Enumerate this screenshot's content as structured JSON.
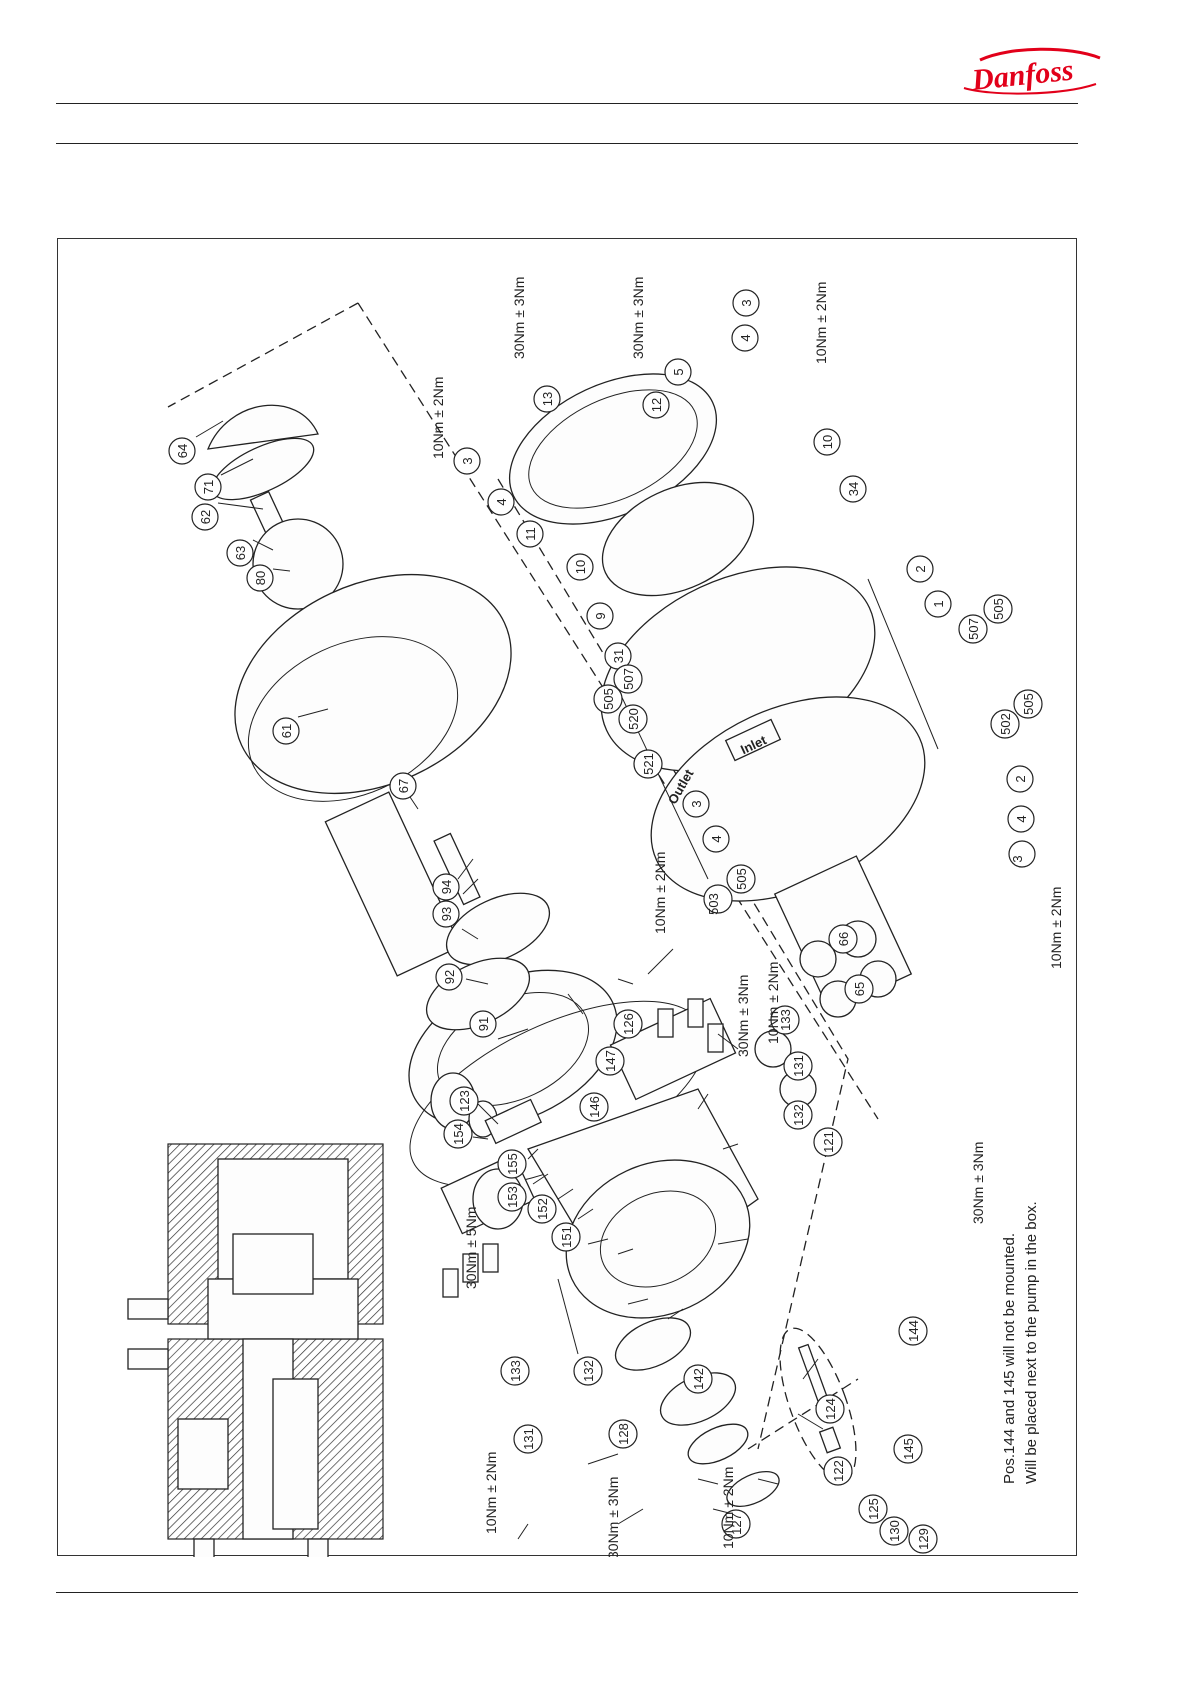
{
  "brand": {
    "logo_text": "Danfoss",
    "color": "#e2001a"
  },
  "figure": {
    "parts": [
      {
        "n": "64"
      },
      {
        "n": "71"
      },
      {
        "n": "62"
      },
      {
        "n": "63"
      },
      {
        "n": "80"
      },
      {
        "n": "61"
      },
      {
        "n": "67"
      },
      {
        "n": "94"
      },
      {
        "n": "93"
      },
      {
        "n": "92"
      },
      {
        "n": "91"
      },
      {
        "n": "123"
      },
      {
        "n": "154"
      },
      {
        "n": "155"
      },
      {
        "n": "153"
      },
      {
        "n": "152"
      },
      {
        "n": "151"
      },
      {
        "n": "146"
      },
      {
        "n": "147"
      },
      {
        "n": "126"
      },
      {
        "n": "133"
      },
      {
        "n": "131"
      },
      {
        "n": "132"
      },
      {
        "n": "121"
      },
      {
        "n": "144"
      },
      {
        "n": "145"
      },
      {
        "n": "124"
      },
      {
        "n": "122"
      },
      {
        "n": "125"
      },
      {
        "n": "130"
      },
      {
        "n": "129"
      },
      {
        "n": "127"
      },
      {
        "n": "142"
      },
      {
        "n": "128"
      },
      {
        "n": "132"
      },
      {
        "n": "131"
      },
      {
        "n": "133"
      },
      {
        "n": "3"
      },
      {
        "n": "4"
      },
      {
        "n": "13"
      },
      {
        "n": "12"
      },
      {
        "n": "5"
      },
      {
        "n": "4"
      },
      {
        "n": "3"
      },
      {
        "n": "11"
      },
      {
        "n": "10"
      },
      {
        "n": "10"
      },
      {
        "n": "34"
      },
      {
        "n": "9"
      },
      {
        "n": "31"
      },
      {
        "n": "2"
      },
      {
        "n": "1"
      },
      {
        "n": "507"
      },
      {
        "n": "505"
      },
      {
        "n": "505"
      },
      {
        "n": "507"
      },
      {
        "n": "520"
      },
      {
        "n": "502"
      },
      {
        "n": "505"
      },
      {
        "n": "521"
      },
      {
        "n": "3"
      },
      {
        "n": "4"
      },
      {
        "n": "503"
      },
      {
        "n": "505"
      },
      {
        "n": "2"
      },
      {
        "n": "4"
      },
      {
        "n": "3"
      },
      {
        "n": "66"
      },
      {
        "n": "65"
      }
    ],
    "torques": [
      {
        "t": "10Nm ± 2Nm"
      },
      {
        "t": "30Nm ± 3Nm"
      },
      {
        "t": "30Nm ± 3Nm"
      },
      {
        "t": "10Nm ± 2Nm"
      },
      {
        "t": "10Nm ± 2Nm"
      },
      {
        "t": "10Nm ± 2Nm"
      },
      {
        "t": "30Nm ± 3Nm"
      },
      {
        "t": "10Nm ± 2Nm"
      },
      {
        "t": "30Nm ± 5Nm"
      },
      {
        "t": "10Nm ± 2Nm"
      },
      {
        "t": "30Nm ± 3Nm"
      },
      {
        "t": "10Nm ± 2Nm"
      },
      {
        "t": "30Nm ± 3Nm"
      }
    ],
    "labels": {
      "inlet": "Inlet",
      "outlet": "Outlet"
    },
    "note_line1": "Pos.144 and 145 will not be mounted.",
    "note_line2": "Will be placed next to the pump in the box."
  }
}
